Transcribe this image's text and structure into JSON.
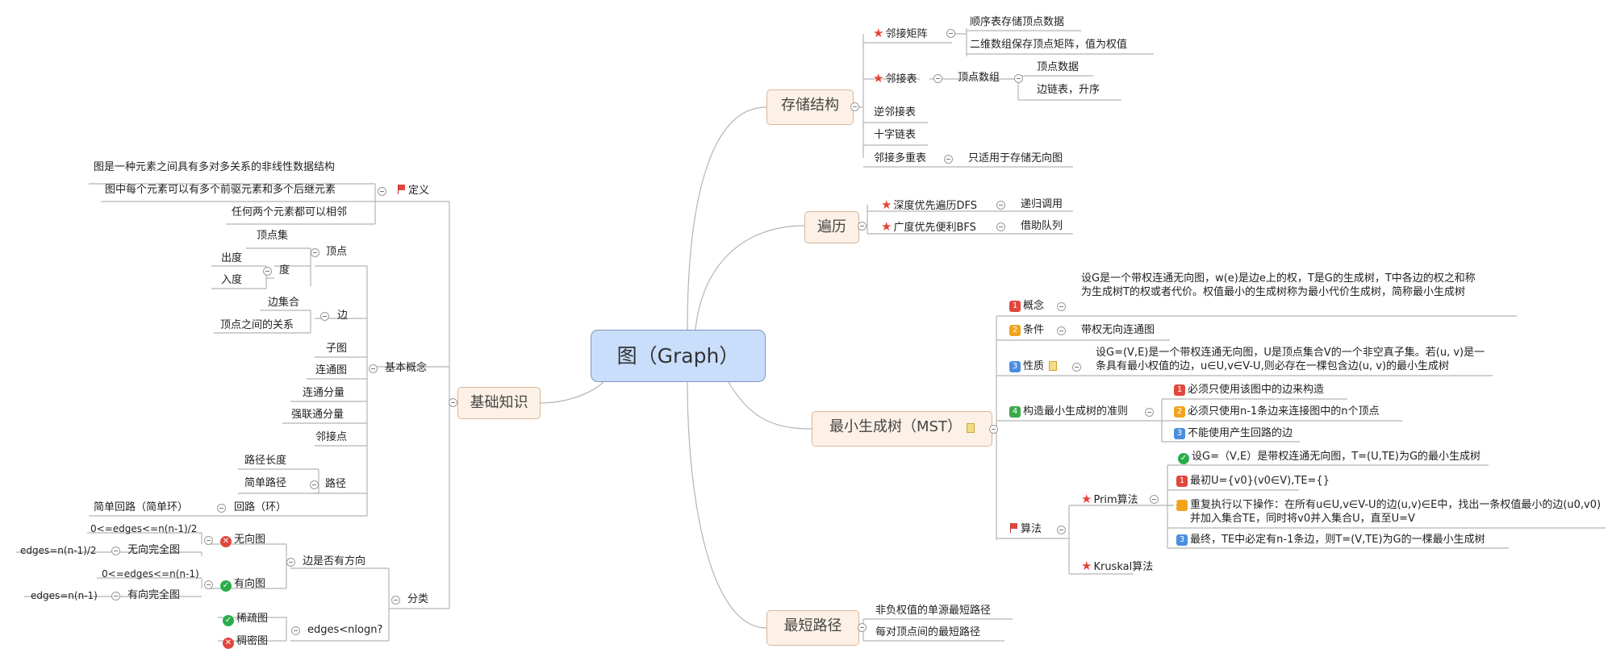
{
  "central": "图（Graph）",
  "topics": {
    "storage": "存储结构",
    "traverse": "遍历",
    "mst": "最小生成树（MST）",
    "shortest": "最短路径",
    "basics": "基础知识"
  },
  "storage": {
    "adj_matrix": "邻接矩阵",
    "adj_matrix_c1": "顺序表存储顶点数据",
    "adj_matrix_c2": "二维数组保存顶点矩阵，值为权值",
    "adj_list": "邻接表",
    "vertex_array": "顶点数组",
    "vertex_data": "顶点数据",
    "edge_list": "边链表，升序",
    "inv_adj": "逆邻接表",
    "cross_list": "十字链表",
    "adj_multi": "邻接多重表",
    "adj_multi_c": "只适用于存储无向图"
  },
  "traverse": {
    "dfs": "深度优先遍历DFS",
    "dfs_c": "递归调用",
    "bfs": "广度优先便利BFS",
    "bfs_c": "借助队列"
  },
  "mst": {
    "concept": "概念",
    "concept_text": "设G是一个带权连通无向图，w(e)是边e上的权，T是G的生成树，T中各边的权之和称为生成树T的权或者代价。权值最小的生成树称为最小代价生成树，简称最小生成树",
    "condition": "条件",
    "condition_text": "带权无向连通图",
    "property": "性质",
    "property_text": "设G=(V,E)是一个带权连通无向图，U是顶点集合V的一个非空真子集。若(u, v)是一条具有最小权值的边，u∈U,v∈V-U,则必存在一棵包含边(u, v)的最小生成树",
    "criteria": "构造最小生成树的准则",
    "criteria_1": "必须只使用该图中的边来构造",
    "criteria_2": "必须只使用n-1条边来连接图中的n个顶点",
    "criteria_3": "不能使用产生回路的边",
    "algo": "算法",
    "prim": "Prim算法",
    "prim_head": "设G=（V,E）是带权连通无向图，T=(U,TE)为G的最小生成树",
    "prim_1": "最初U={v0}(v0∈V),TE={}",
    "prim_2": "重复执行以下操作：在所有u∈U,v∈V-U的边(u,v)∈E中，找出一条权值最小的边(u0,v0)并加入集合TE，同时将v0并入集合U，直至U=V",
    "prim_3": "最终，TE中必定有n-1条边，则T=(V,TE)为G的一棵最小生成树",
    "kruskal": "Kruskal算法"
  },
  "shortest": {
    "single": "非负权值的单源最短路径",
    "all_pairs": "每对顶点间的最短路径"
  },
  "basics": {
    "definition": "定义",
    "def_1": "图是一种元素之间具有多对多关系的非线性数据结构",
    "def_2": "图中每个元素可以有多个前驱元素和多个后继元素",
    "def_3": "任何两个元素都可以相邻",
    "concepts": "基本概念",
    "vertex": "顶点",
    "vertex_set": "顶点集",
    "degree": "度",
    "out_degree": "出度",
    "in_degree": "入度",
    "edge": "边",
    "edge_set": "边集合",
    "vertex_relation": "顶点之间的关系",
    "subgraph": "子图",
    "connected_graph": "连通图",
    "connected_comp": "连通分量",
    "strong_comp": "强联通分量",
    "adjacent": "邻接点",
    "path": "路径",
    "path_length": "路径长度",
    "simple_path": "简单路径",
    "cycle": "回路（环）",
    "simple_cycle": "简单回路（简单环）",
    "classify": "分类",
    "directed_q": "边是否有方向",
    "undirected": "无向图",
    "undirected_range": "0<=edges<=n(n-1)/2",
    "complete_undirected": "无向完全图",
    "complete_undirected_v": "edges=n(n-1)/2",
    "directed": "有向图",
    "directed_range": "0<=edges<=n(n-1)",
    "complete_directed": "有向完全图",
    "complete_directed_v": "edges=n(n-1)",
    "sparse_q": "edges<nlogn?",
    "sparse": "稀疏图",
    "dense": "稠密图"
  },
  "colors": {
    "central_fill": "#c9defb",
    "topic_fill": "#fdf1e7",
    "line": "#b5b5b5",
    "star": "#e4443a",
    "check": "#2aad4a"
  }
}
